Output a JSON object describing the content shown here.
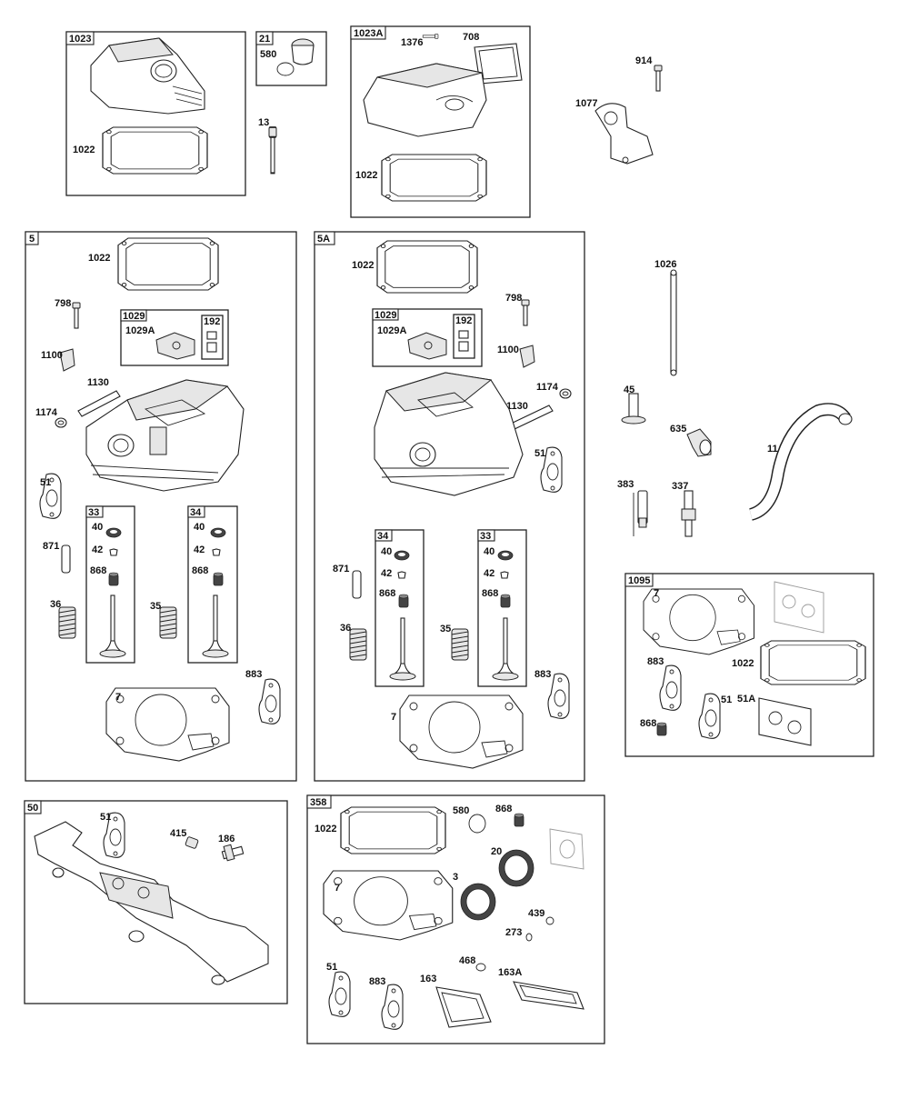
{
  "boxes": {
    "b1023": "1023",
    "b21": "21",
    "b1023A": "1023A",
    "b5": "5",
    "b1029_l": "1029",
    "b192_l": "192",
    "b33_l": "33",
    "b34_l": "34",
    "b5A": "5A",
    "b1029_r": "1029",
    "b192_r": "192",
    "b34_r": "34",
    "b33_r": "33",
    "b1095": "1095",
    "b50": "50",
    "b358": "358"
  },
  "labels": {
    "p1022_a": "1022",
    "p580_a": "580",
    "p13": "13",
    "p1376": "1376",
    "p708": "708",
    "p1022_b": "1022",
    "p914": "914",
    "p1077": "1077",
    "p1022_c": "1022",
    "p798_l": "798",
    "p1029A_l": "1029A",
    "p1100_l": "1100",
    "p1130_l": "1130",
    "p1174_l": "1174",
    "p51_l": "51",
    "p871_l": "871",
    "p36_l": "36",
    "p35_l": "35",
    "p40_l1": "40",
    "p42_l1": "42",
    "p868_l1": "868",
    "p40_l2": "40",
    "p42_l2": "42",
    "p868_l2": "868",
    "p883_l": "883",
    "p7_l": "7",
    "p1022_d": "1022",
    "p798_r": "798",
    "p1029A_r": "1029A",
    "p1100_r": "1100",
    "p1174_r": "1174",
    "p1130_r": "1130",
    "p51_r": "51",
    "p871_r": "871",
    "p36_r": "36",
    "p35_r": "35",
    "p40_r1": "40",
    "p42_r1": "42",
    "p868_r1": "868",
    "p40_r2": "40",
    "p42_r2": "42",
    "p868_r2": "868",
    "p883_r": "883",
    "p7_r": "7",
    "p1026": "1026",
    "p45": "45",
    "p635": "635",
    "p11": "11",
    "p383": "383",
    "p337": "337",
    "p7_k": "7",
    "p883_k": "883",
    "p1022_k": "1022",
    "p51_k": "51",
    "p51A_k": "51A",
    "p868_k": "868",
    "p51_m": "51",
    "p415": "415",
    "p186": "186",
    "p1022_g": "1022",
    "p580_g": "580",
    "p868_g": "868",
    "p20": "20",
    "p3": "3",
    "p7_g": "7",
    "p439": "439",
    "p273": "273",
    "p468": "468",
    "p51_g": "51",
    "p883_g": "883",
    "p163": "163",
    "p163A": "163A"
  }
}
